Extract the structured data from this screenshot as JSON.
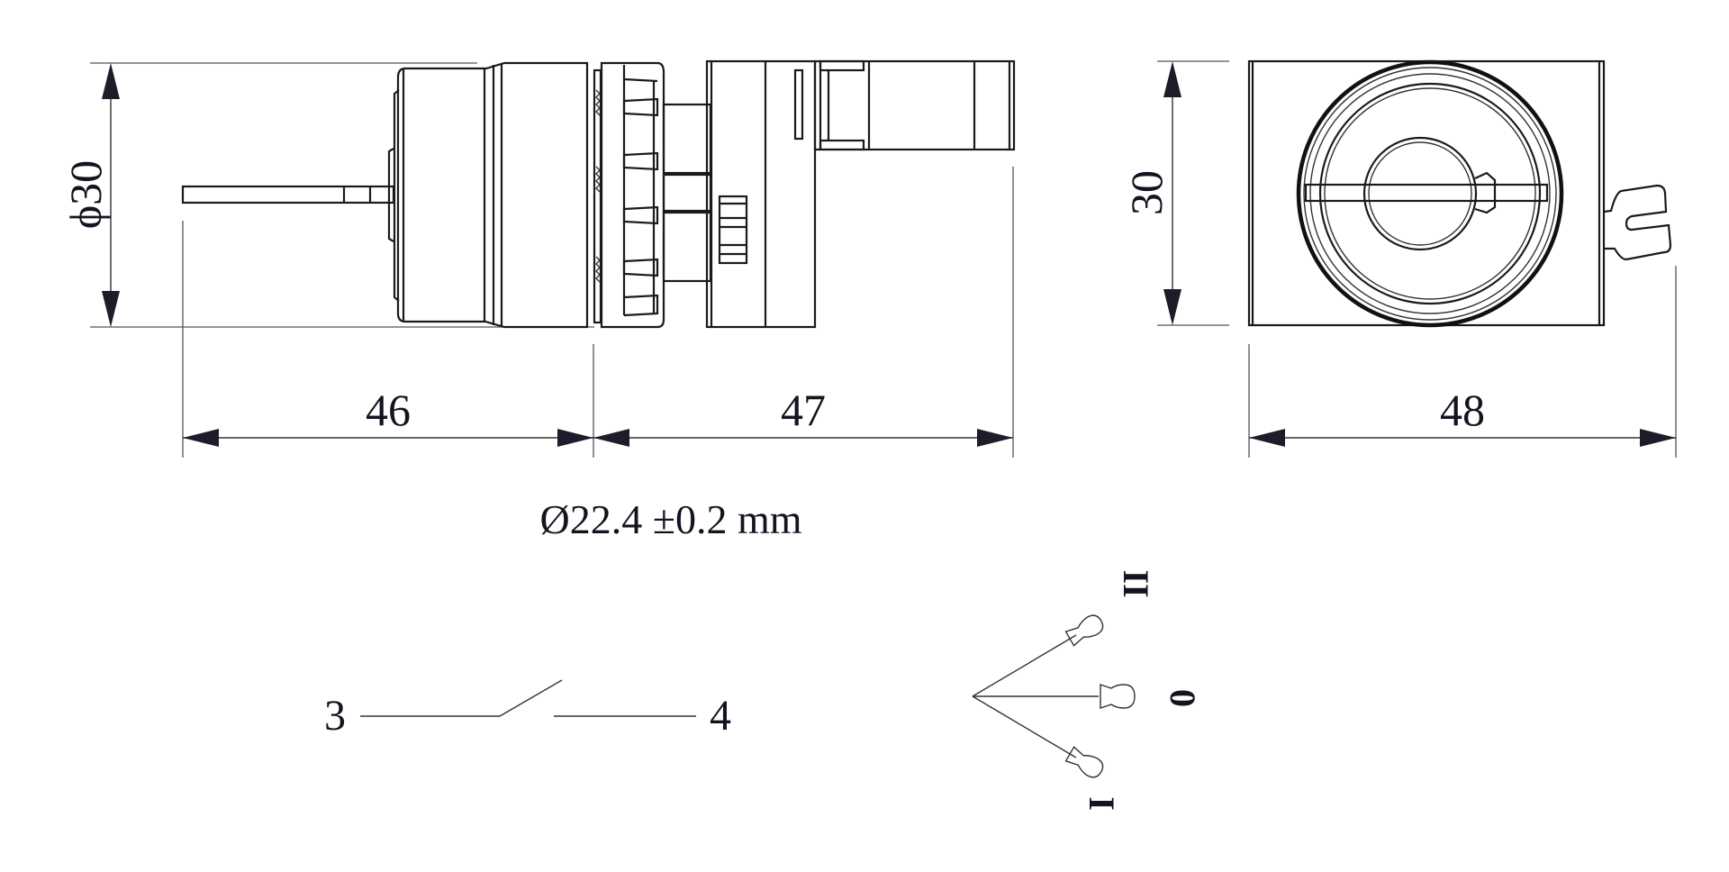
{
  "drawing": {
    "side_view": {
      "diameter_label": "ϕ30",
      "length_front": "46",
      "length_back": "47"
    },
    "front_view": {
      "height_label": "30",
      "width_label": "48"
    },
    "mounting_hole": "Ø22.4 ±0.2 mm",
    "contact_symbol": {
      "terminal_left": "3",
      "terminal_right": "4",
      "type": "normally-open contact"
    },
    "selector_positions": {
      "top": "II",
      "middle": "0",
      "bottom": "I"
    },
    "colors": {
      "line": "#1a1a1a",
      "arrow": "#1c1c2a",
      "background": "#ffffff"
    },
    "units": "mm"
  }
}
